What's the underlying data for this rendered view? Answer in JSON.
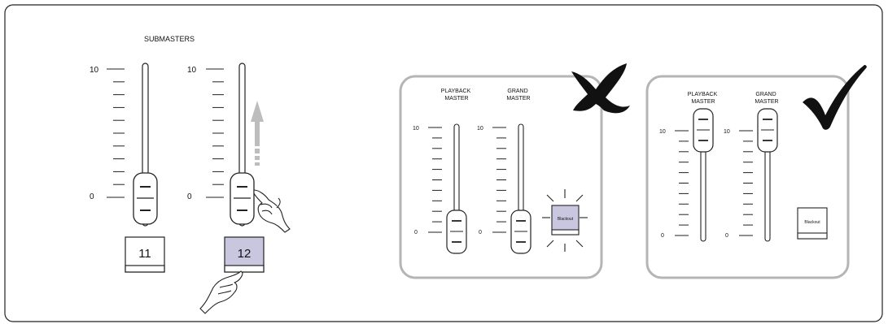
{
  "submasters": {
    "title": "SUBMASTERS",
    "faders": [
      {
        "scale_top": "10",
        "scale_bottom": "0",
        "button_label": "11",
        "level": 0,
        "button_pressed": false
      },
      {
        "scale_top": "10",
        "scale_bottom": "0",
        "button_label": "12",
        "level": 0,
        "button_pressed": true
      }
    ]
  },
  "wrong_panel": {
    "playback_label": "PLAYBACK\nMASTER",
    "grand_label": "GRAND\nMASTER",
    "scale_top": "10",
    "scale_bottom": "0",
    "blackout_label": "Blackout",
    "blackout_active": true,
    "verdict_icon": "cross-mark-icon"
  },
  "right_panel": {
    "playback_label": "PLAYBACK\nMASTER",
    "grand_label": "GRAND\nMASTER",
    "scale_top": "10",
    "scale_bottom": "0",
    "blackout_label": "Blackout",
    "blackout_active": false,
    "verdict_icon": "check-mark-icon"
  },
  "colors": {
    "button_active": "#c9c6e0",
    "arrow": "#bdbdbd",
    "panel_border": "#b5b5b5"
  }
}
